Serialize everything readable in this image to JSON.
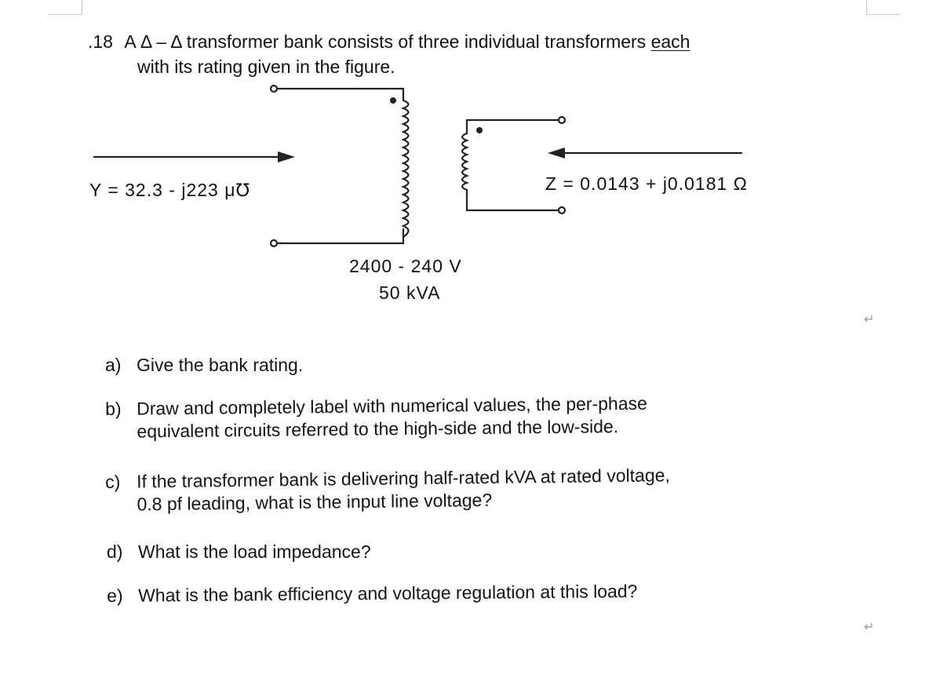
{
  "problem": {
    "number": ".18",
    "title_prefix": "A Δ – Δ transformer bank consists of three individual transformers ",
    "title_underlined": "each",
    "title_line2": "with its rating given in the figure."
  },
  "figure": {
    "admittance_label": "Y  =  32.3  -  j223  μ℧",
    "impedance_label": "Z  =  0.0143  +  j0.0181  Ω",
    "voltage_rating": "2400  -  240   V",
    "kva_rating": "50  kVA"
  },
  "questions": [
    {
      "letter": "a)",
      "line1": "Give the bank rating.",
      "line2": ""
    },
    {
      "letter": "b)",
      "line1": "Draw and completely label with numerical values, the per-phase",
      "line2": "equivalent circuits referred to the high-side and the low-side."
    },
    {
      "letter": "c)",
      "line1": "If the transformer bank is delivering half-rated kVA at rated voltage,",
      "line2": "0.8 pf leading, what is the input line voltage?"
    },
    {
      "letter": "d)",
      "line1": "What is the load impedance?",
      "line2": ""
    },
    {
      "letter": "e)",
      "line1": "What is the bank efficiency and voltage regulation at this load?",
      "line2": ""
    }
  ],
  "editor_marks": {
    "paragraph_mark": "↵"
  }
}
